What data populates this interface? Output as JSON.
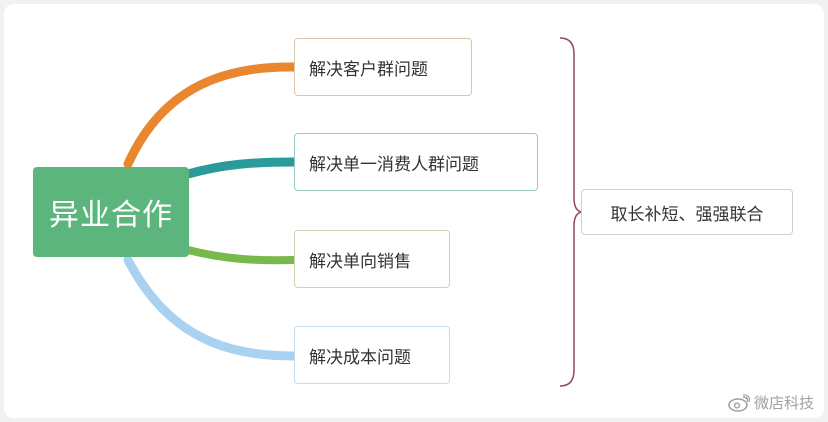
{
  "diagram": {
    "center": {
      "label": "异业合作",
      "color": "#5bb57d"
    },
    "branches": [
      {
        "label": "解决客户群问题",
        "color": "#e8872f"
      },
      {
        "label": "解决单一消费人群问题",
        "color": "#2b9a9a"
      },
      {
        "label": "解决单向销售",
        "color": "#79b84a"
      },
      {
        "label": "解决成本问题",
        "color": "#9fcbeb"
      }
    ],
    "summary": {
      "label": "取长补短、强强联合",
      "brace_color": "#8f4760"
    }
  },
  "watermark": {
    "text": "微店科技"
  }
}
